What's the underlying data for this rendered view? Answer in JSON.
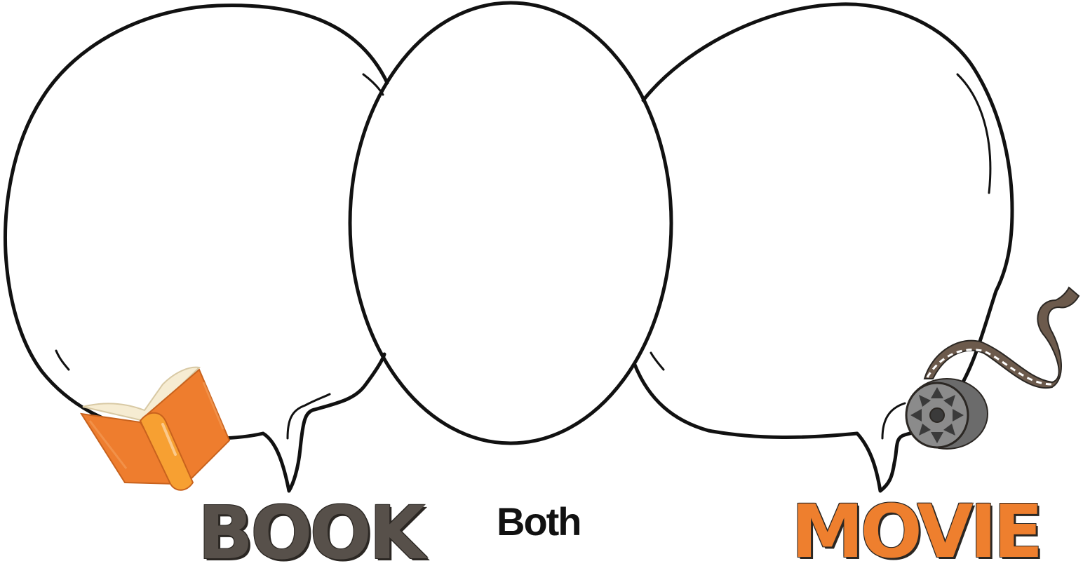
{
  "labels": {
    "book": "BOOK",
    "both": "Both",
    "movie": "MOVIE"
  },
  "colors": {
    "outline": "#111111",
    "book_text": "#57504a",
    "movie_text": "#ee7f2e",
    "book_cover": "#ee7d2e",
    "book_page": "#f6ecd2",
    "reel_body": "#8b8b8b",
    "film_strip": "#6c5a4c"
  },
  "icons": {
    "book": "open-book-icon",
    "movie": "film-reel-icon"
  }
}
